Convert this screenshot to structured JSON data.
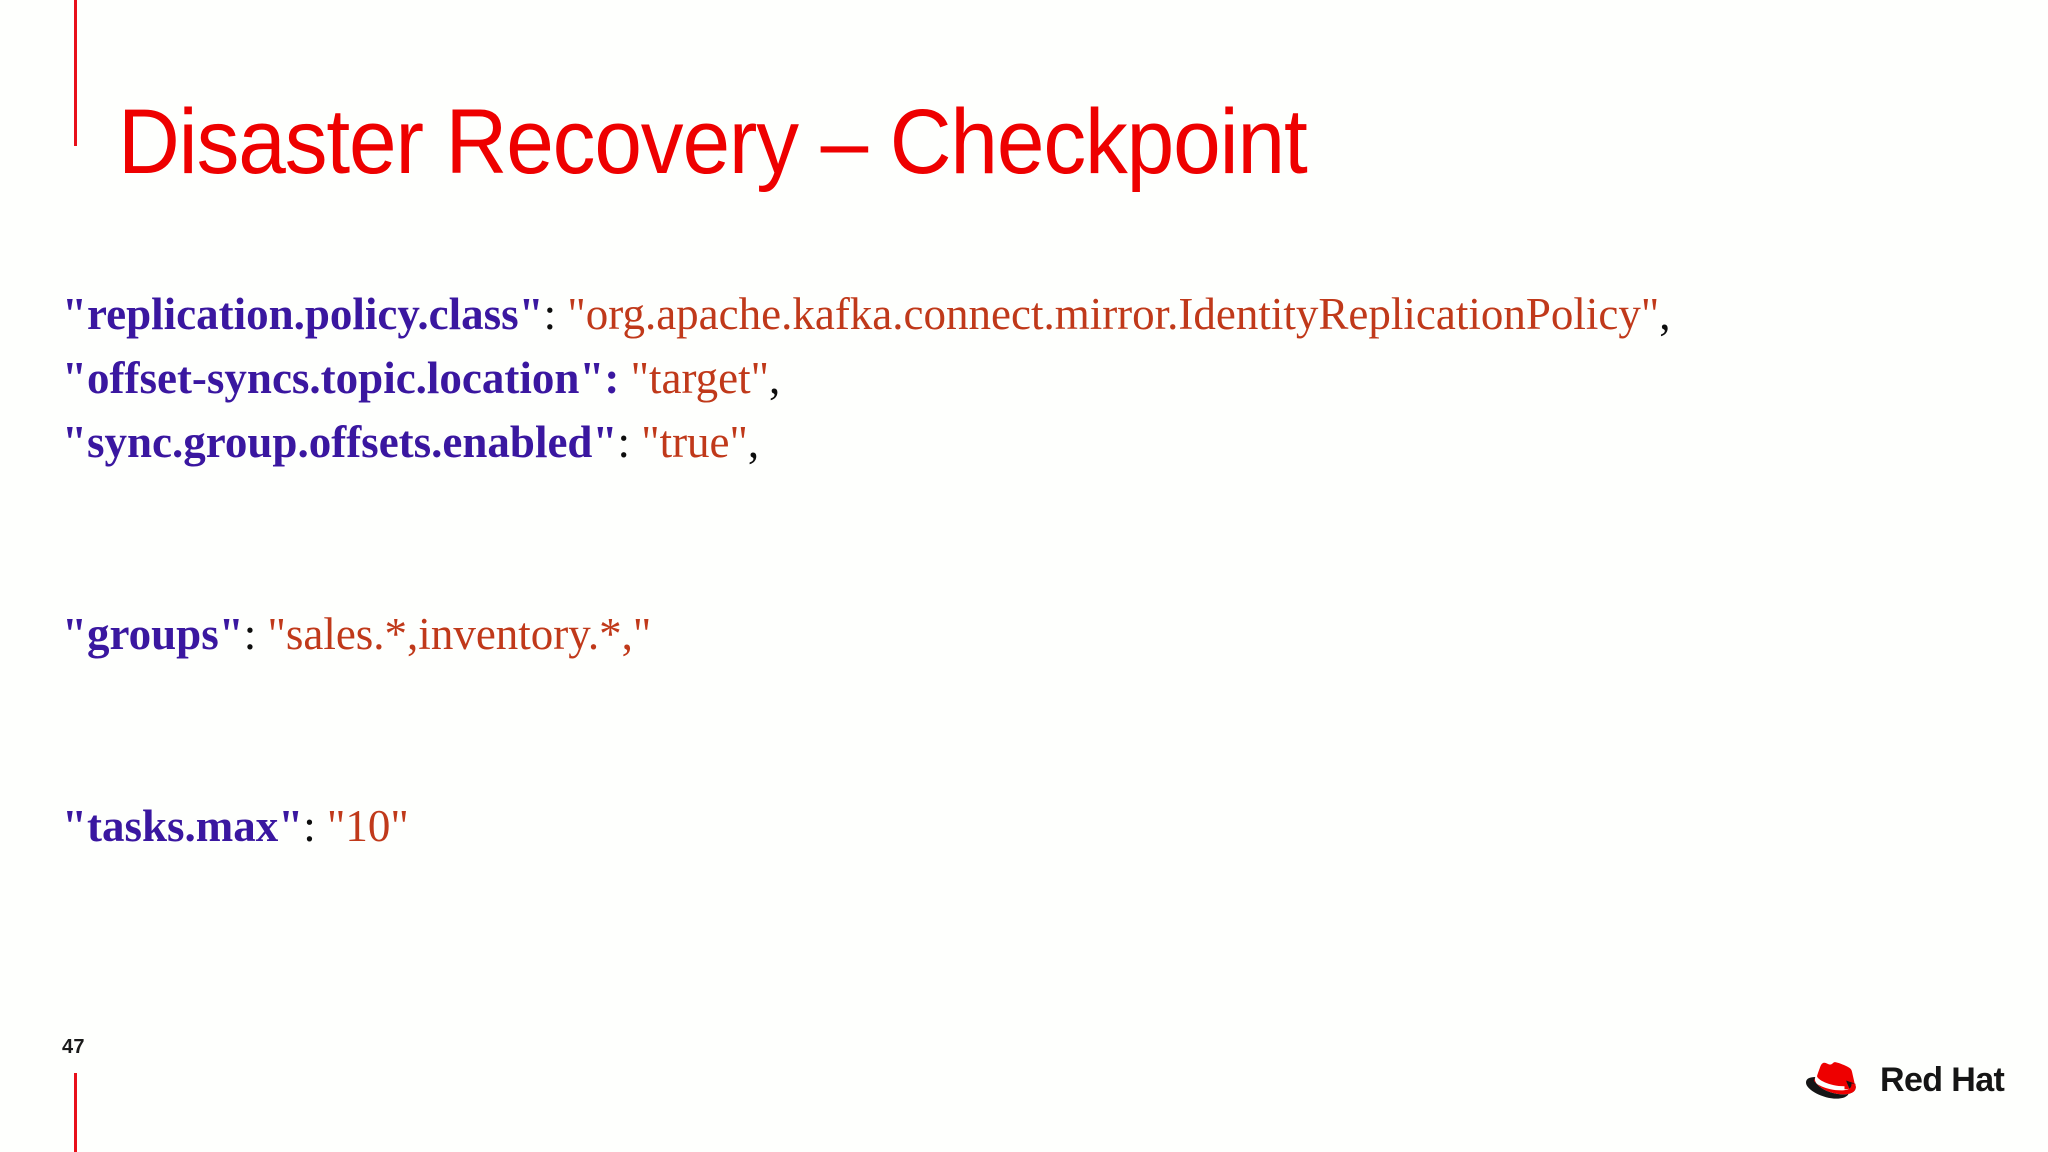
{
  "slide": {
    "title": "Disaster Recovery – Checkpoint",
    "number": "47",
    "accent_color": "#ee0000",
    "background_color": "#fefffd"
  },
  "config": {
    "key_color": "#3a17a0",
    "value_color": "#c0391a",
    "punctuation_color": "#0d0d0d",
    "lines": [
      {
        "key": "\"replication.policy.class\"",
        "separator": ":",
        "value": "\"org.apache.kafka.connect.mirror.IdentityReplicationPolicy\"",
        "trailing": ",",
        "separator_style": "plain"
      },
      {
        "key": "\"offset-syncs.topic.location\"",
        "separator": ":",
        "value": "\"target\"",
        "trailing": ",",
        "separator_style": "bold-indigo"
      },
      {
        "key": "\"sync.group.offsets.enabled\"",
        "separator": ":",
        "value": "\"true\"",
        "trailing": ",",
        "separator_style": "plain"
      },
      {
        "key": "\"groups\"",
        "separator": ":",
        "value": "\"sales.*,inventory.*,\"",
        "trailing": "",
        "separator_style": "plain"
      },
      {
        "key": "\"tasks.max\"",
        "separator": ":",
        "value": "\"10\"",
        "trailing": "",
        "separator_style": "plain"
      }
    ]
  },
  "footer": {
    "logo_name": "red-hat-logo",
    "logo_wordmark": "Red Hat",
    "logo_hat_color": "#ee0000",
    "logo_band_color": "#151515"
  }
}
